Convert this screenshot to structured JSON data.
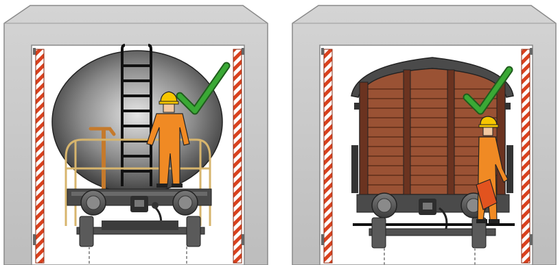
{
  "panels": [
    {
      "id": "left",
      "subject": "tank-wagon",
      "check_mark": true
    },
    {
      "id": "right",
      "subject": "covered-goods-wagon",
      "check_mark": true
    }
  ],
  "colors": {
    "concrete": "#c9c9c9",
    "concrete_edge": "#8a8a8a",
    "tunnel_opening": "#ffffff",
    "warning_stripe_red": "#d9411e",
    "warning_stripe_white": "#ffffff",
    "tank_dark": "#3a3a3a",
    "tank_light": "#d8d8d8",
    "wagon_brown": "#8b4a2f",
    "wagon_plank": "#a9583a",
    "wagon_roof": "#4a4a4a",
    "worker_orange": "#f08a24",
    "helmet_yellow": "#f7c600",
    "railing_tan": "#d7b56d",
    "check_green": "#3aa935",
    "steel": "#555555"
  }
}
